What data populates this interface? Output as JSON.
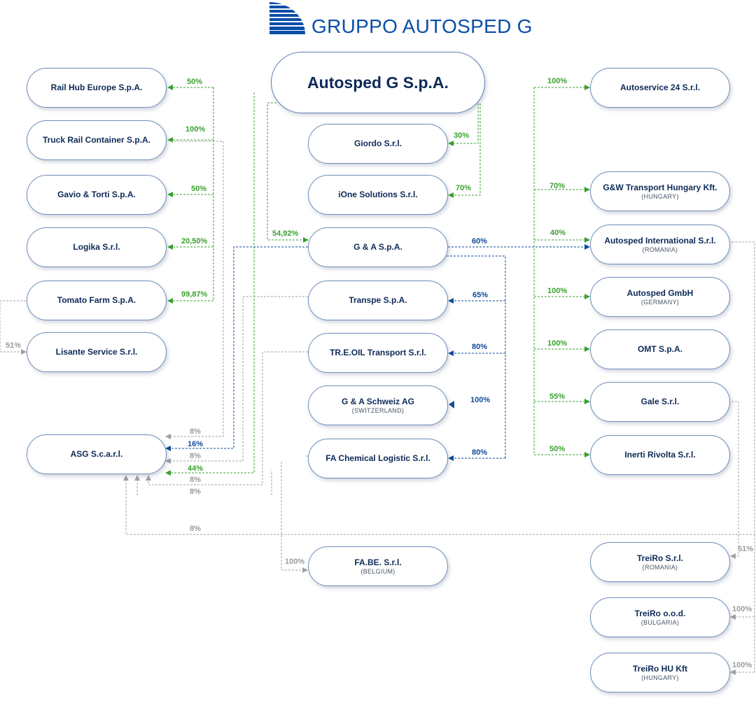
{
  "header": {
    "brand": "GRUPPO AUTOSPED G",
    "logo_icon": "striped-quarter-circle-logo"
  },
  "colors": {
    "brand_blue": "#0a4ea8",
    "node_text": "#0d2a57",
    "green": "#3aa02f",
    "blue": "#0e4a9b",
    "grey": "#9a9a9a"
  },
  "nodes": {
    "root": {
      "name": "Autosped G S.p.A."
    },
    "rail_hub": {
      "name": "Rail Hub Europe S.p.A."
    },
    "truck_rail": {
      "name": "Truck Rail Container S.p.A."
    },
    "gavio": {
      "name": "Gavio & Torti S.p.A."
    },
    "logika": {
      "name": "Logika S.r.l."
    },
    "tomato": {
      "name": "Tomato Farm S.p.A."
    },
    "lisante": {
      "name": "Lisante Service S.r.l."
    },
    "asg": {
      "name": "ASG S.c.a.r.l."
    },
    "giordo": {
      "name": "Giordo S.r.l."
    },
    "ione": {
      "name": "iOne Solutions S.r.l."
    },
    "ga": {
      "name": "G & A S.p.A."
    },
    "transpe": {
      "name": "Transpe S.p.A."
    },
    "treoil": {
      "name": "TR.E.OIL Transport S.r.l."
    },
    "ga_schweiz": {
      "name": "G & A Schweiz AG",
      "country": "(SWITZERLAND)"
    },
    "fa_chemical": {
      "name": "FA Chemical Logistic S.r.l."
    },
    "fabe": {
      "name": "FA.BE. S.r.l.",
      "country": "(BELGIUM)"
    },
    "autoservice": {
      "name": "Autoservice 24 S.r.l."
    },
    "gw": {
      "name": "G&W Transport Hungary Kft.",
      "country": "(HUNGARY)"
    },
    "intl": {
      "name": "Autosped International S.r.l.",
      "country": "(ROMANIA)"
    },
    "gmbh": {
      "name": "Autosped GmbH",
      "country": "(GERMANY)"
    },
    "omt": {
      "name": "OMT S.p.A."
    },
    "gale": {
      "name": "Gale S.r.l."
    },
    "inerti": {
      "name": "Inerti Rivolta S.r.l."
    },
    "treiro_ro": {
      "name": "TreiRo S.r.l.",
      "country": "(ROMANIA)"
    },
    "treiro_bg": {
      "name": "TreiRo o.o.d.",
      "country": "(BULGARIA)"
    },
    "treiro_hu": {
      "name": "TreiRo HU Kft",
      "country": "(HUNGARY)"
    }
  },
  "percentages": {
    "rail_hub": "50%",
    "truck_rail": "100%",
    "gavio": "50%",
    "logika": "20,50%",
    "tomato": "99,87%",
    "lisante": "51%",
    "giordo": "30%",
    "ione": "70%",
    "ga": "54,92%",
    "ga_to_intl": "60%",
    "transpe": "65%",
    "treoil": "80%",
    "ga_schweiz": "100%",
    "fa_chemical": "80%",
    "fabe": "100%",
    "autoservice": "100%",
    "gw": "70%",
    "intl": "40%",
    "gmbh": "100%",
    "omt": "100%",
    "gale": "55%",
    "inerti": "50%",
    "treiro_ro": "51%",
    "treiro_bg": "100%",
    "treiro_hu": "100%",
    "asg_truck_rail": "8%",
    "asg_ga": "16%",
    "asg_transpe": "8%",
    "asg_root": "44%",
    "asg_treoil": "8%",
    "asg_fa_chemical": "8%",
    "asg_intl": "8%"
  }
}
